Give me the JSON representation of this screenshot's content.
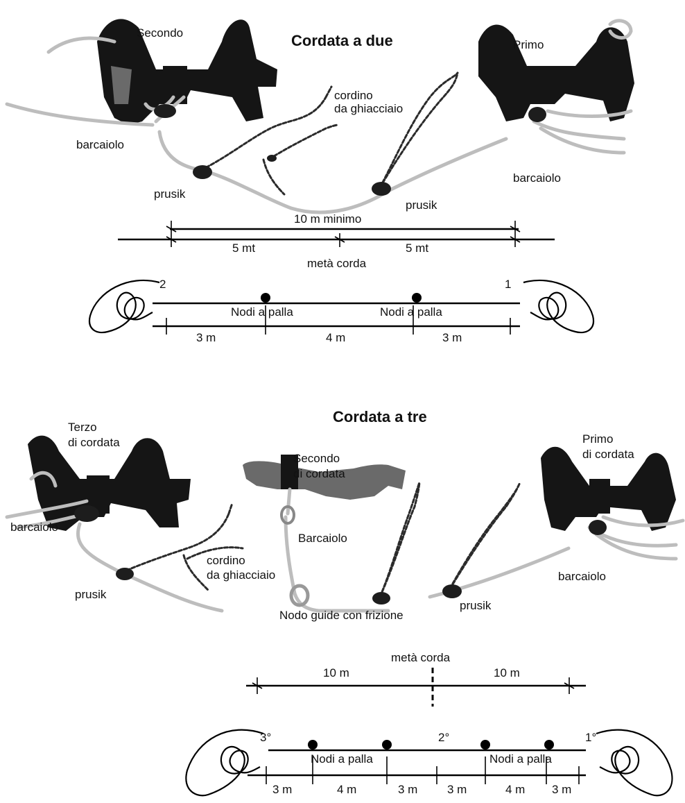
{
  "section1": {
    "title": "Cordata a due",
    "second_label": "Secondo",
    "first_label": "Primo",
    "cordino_line1": "cordino",
    "cordino_line2": "da ghiacciaio",
    "barcaiolo_left": "barcaiolo",
    "barcaiolo_right": "barcaiolo",
    "prusik_left": "prusik",
    "prusik_right": "prusik",
    "min_length": "10 m minimo",
    "half_left": "5 mt",
    "half_right": "5 mt",
    "mid_rope": "metà corda",
    "end_left": "2",
    "end_right": "1",
    "ball_knots_left": "Nodi a palla",
    "ball_knots_right": "Nodi a palla",
    "seg1": "3 m",
    "seg2": "4 m",
    "seg3": "3 m"
  },
  "section2": {
    "title": "Cordata a tre",
    "third_line1": "Terzo",
    "third_line2": "di cordata",
    "second_line1": "Secondo",
    "second_line2": "di cordata",
    "first_line1": "Primo",
    "first_line2": "di cordata",
    "barcaiolo_left": "barcaiolo",
    "barcaiolo_mid": "Barcaiolo",
    "barcaiolo_right": "barcaiolo",
    "cordino_line1": "cordino",
    "cordino_line2": "da ghiacciaio",
    "prusik_left": "prusik",
    "prusik_right": "prusik",
    "guide_knot": "Nodo guide con frizione",
    "mid_rope": "metà corda",
    "len_left": "10 m",
    "len_right": "10 m",
    "end_third": "3°",
    "end_second": "2°",
    "end_first": "1°",
    "ball_knots_left": "Nodi a palla",
    "ball_knots_right": "Nodi a palla",
    "segs": [
      "3 m",
      "4 m",
      "3 m",
      "3 m",
      "4 m",
      "3 m"
    ]
  }
}
